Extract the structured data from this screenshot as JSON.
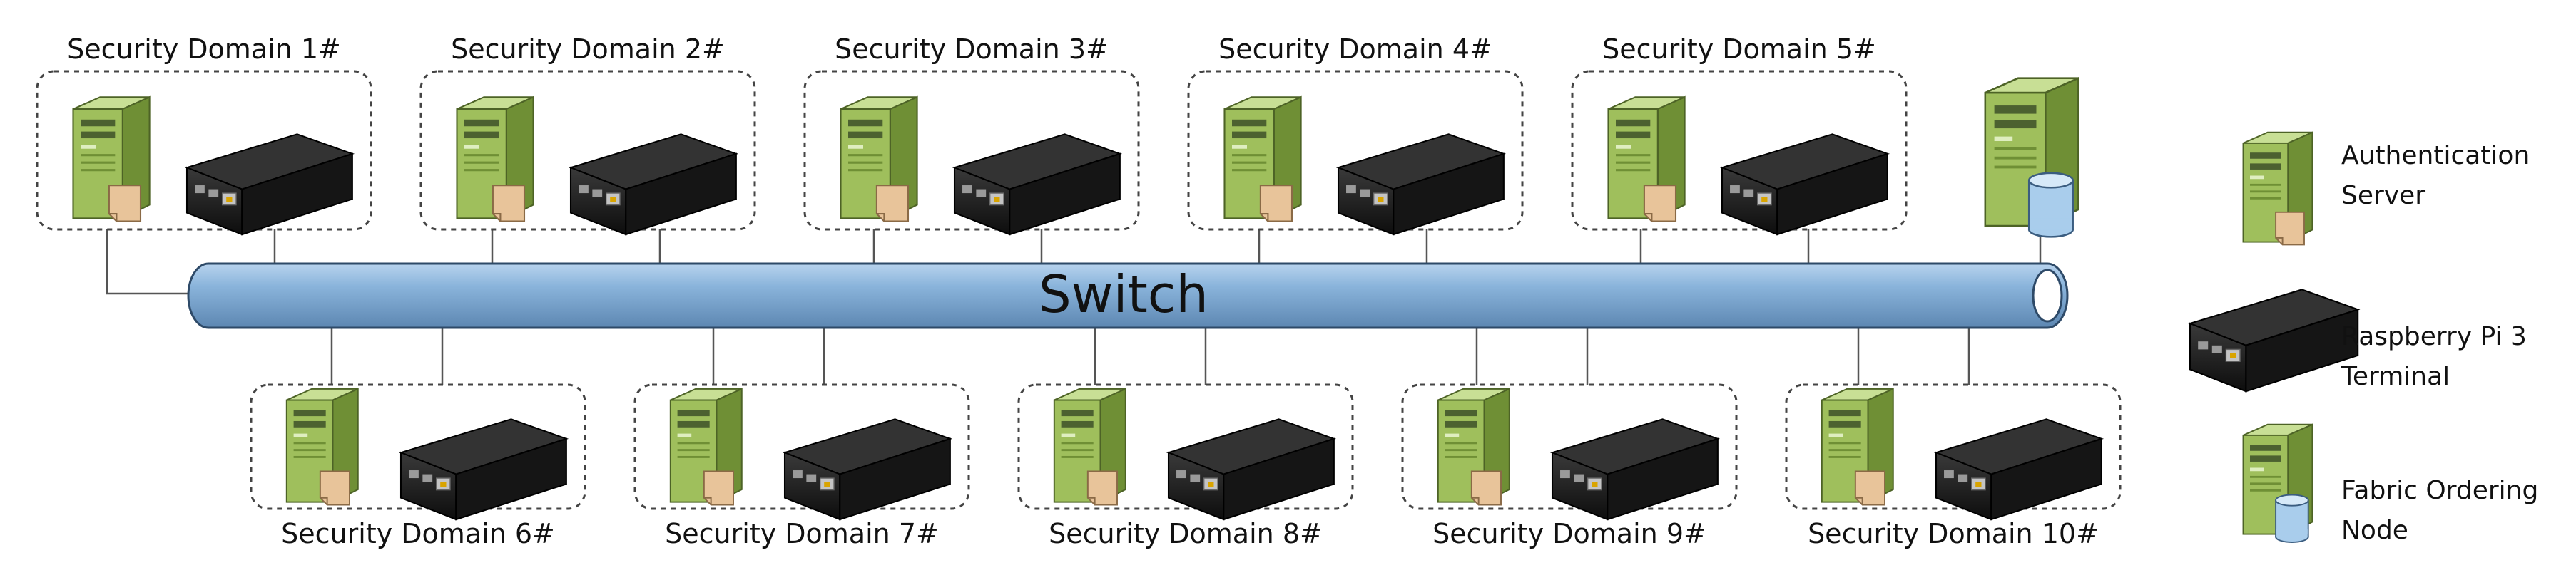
{
  "switch_label": "Switch",
  "domains_top": [
    {
      "label": "Security Domain 1#"
    },
    {
      "label": "Security Domain 2#"
    },
    {
      "label": "Security Domain 3#"
    },
    {
      "label": "Security Domain 4#"
    },
    {
      "label": "Security Domain 5#"
    }
  ],
  "domains_bottom": [
    {
      "label": "Security Domain 6#"
    },
    {
      "label": "Security Domain 7#"
    },
    {
      "label": "Security Domain 8#"
    },
    {
      "label": "Security Domain 9#"
    },
    {
      "label": "Security Domain 10#"
    }
  ],
  "legend": [
    {
      "icon": "authentication-server-icon",
      "lines": [
        "Authentication",
        "Server"
      ]
    },
    {
      "icon": "raspberry-pi-terminal-icon",
      "lines": [
        "Raspberry Pi 3",
        "Terminal"
      ]
    },
    {
      "icon": "fabric-ordering-node-icon",
      "lines": [
        "Fabric Ordering",
        "Node"
      ]
    }
  ],
  "colors": {
    "server_body": "#9fbf5c",
    "server_side": "#6f8f35",
    "server_top": "#c8df95",
    "certificate": "#e8c49a",
    "pi_body": "#1f1f1f",
    "switch_fill": "#8ab4db",
    "switch_stroke": "#2e4a68",
    "database": "#a9cdec"
  }
}
